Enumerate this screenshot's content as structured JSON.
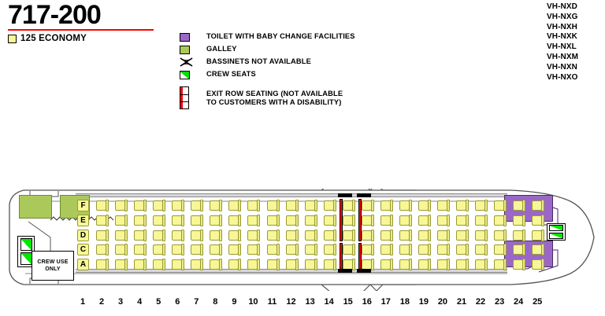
{
  "header": {
    "aircraft_title": "717-200",
    "cabin_class": "125 ECONOMY",
    "rule_color": "#ff0000",
    "economy_swatch_color": "#f7f79a"
  },
  "legend": {
    "items": [
      {
        "icon": "toilet-swatch",
        "label": "TOILET WITH BABY CHANGE FACILITIES",
        "color": "#9a67c9"
      },
      {
        "icon": "galley-swatch",
        "label": "GALLEY",
        "color": "#abc95a"
      },
      {
        "icon": "bassinet-not-available-icon",
        "label": "BASSINETS NOT AVAILABLE",
        "color": "#000000"
      },
      {
        "icon": "crew-seat-swatch",
        "label": "CREW SEATS",
        "color": "#00e000"
      },
      {
        "icon": "exit-row-swatch",
        "label_line1": "EXIT ROW SEATING (NOT AVAILABLE",
        "label_line2": "TO CUSTOMERS WITH A DISABILITY)",
        "color": "#ff0000"
      }
    ]
  },
  "registrations": [
    "VH-NXD",
    "VH-NXG",
    "VH-NXH",
    "VH-NXK",
    "VH-NXL",
    "VH-NXM",
    "VH-NXN",
    "VH-NXO"
  ],
  "cabin": {
    "crew_use_only_line1": "CREW USE",
    "crew_use_only_line2": "ONLY",
    "row_numbers": [
      1,
      2,
      3,
      4,
      5,
      6,
      7,
      8,
      9,
      10,
      11,
      12,
      13,
      14,
      15,
      16,
      17,
      18,
      19,
      20,
      21,
      22,
      23,
      24,
      25
    ],
    "upper_row_letters": [
      "F",
      "E",
      "D"
    ],
    "lower_row_letters": [
      "C",
      "A"
    ],
    "exit_rows": [
      15,
      16
    ],
    "seat_color": "#f7f797",
    "seat_outline_color": "#9a9a33",
    "galley_color": "#abc95a",
    "lavatory_color": "#9a67c9",
    "crew_seat_color": "#00e800",
    "exit_marker_color": "#ff0000"
  }
}
